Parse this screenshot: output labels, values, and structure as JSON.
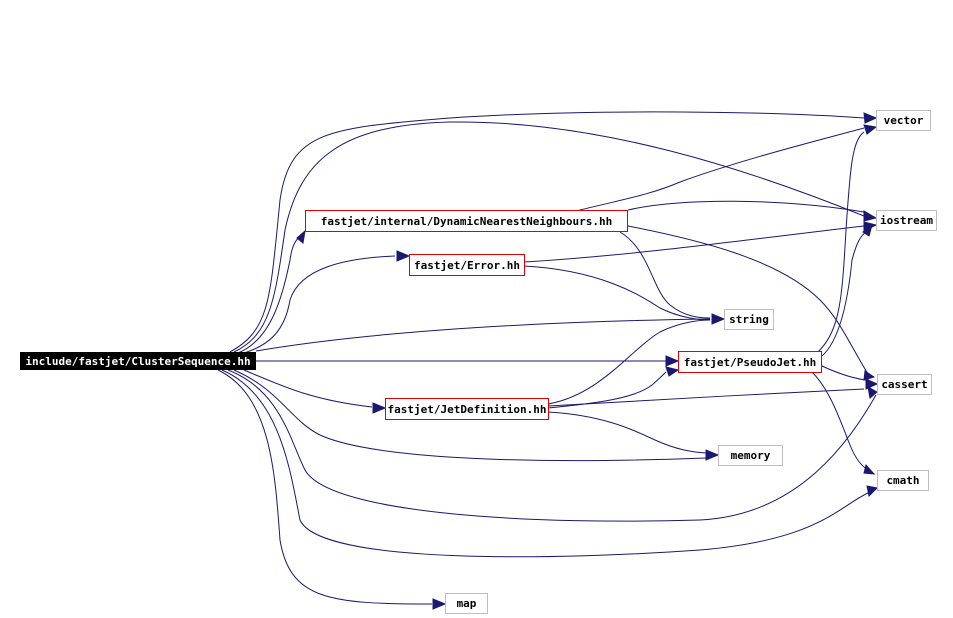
{
  "graph": {
    "root": "include/fastjet/ClusterSequence.hh",
    "edge_color": "#191970",
    "local_border_color": "#e00000",
    "system_border_color": "#bfbfbf",
    "nodes": {
      "root": "include/fastjet/ClusterSequence.hh",
      "dnn": "fastjet/internal/DynamicNearestNeighbours.hh",
      "error": "fastjet/Error.hh",
      "pseudojet": "fastjet/PseudoJet.hh",
      "jetdef": "fastjet/JetDefinition.hh",
      "vector": "vector",
      "iostream": "iostream",
      "string": "string",
      "cassert": "cassert",
      "memory": "memory",
      "cmath": "cmath",
      "map": "map"
    },
    "edges": [
      [
        "root",
        "vector"
      ],
      [
        "root",
        "iostream"
      ],
      [
        "root",
        "dnn"
      ],
      [
        "root",
        "error"
      ],
      [
        "root",
        "string"
      ],
      [
        "root",
        "pseudojet"
      ],
      [
        "root",
        "jetdef"
      ],
      [
        "root",
        "memory"
      ],
      [
        "root",
        "cassert"
      ],
      [
        "root",
        "cmath"
      ],
      [
        "root",
        "map"
      ],
      [
        "dnn",
        "vector"
      ],
      [
        "dnn",
        "iostream"
      ],
      [
        "dnn",
        "string"
      ],
      [
        "dnn",
        "cassert"
      ],
      [
        "error",
        "iostream"
      ],
      [
        "error",
        "string"
      ],
      [
        "pseudojet",
        "vector"
      ],
      [
        "pseudojet",
        "iostream"
      ],
      [
        "pseudojet",
        "cassert"
      ],
      [
        "pseudojet",
        "cmath"
      ],
      [
        "jetdef",
        "pseudojet"
      ],
      [
        "jetdef",
        "string"
      ],
      [
        "jetdef",
        "memory"
      ],
      [
        "jetdef",
        "cassert"
      ]
    ]
  }
}
